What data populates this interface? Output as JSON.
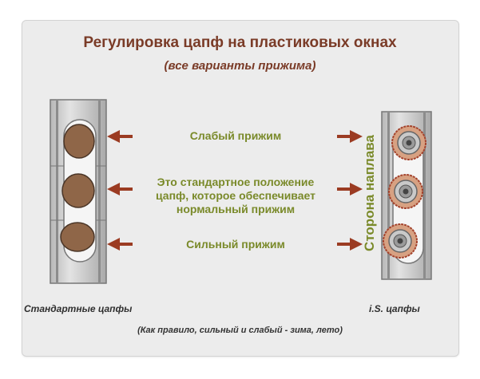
{
  "header": {
    "title": "Регулировка цапф на пластиковых окнах",
    "subtitle": "(все варианты прижима)"
  },
  "labels": {
    "weak": "Слабый прижим",
    "standard_line1": "Это стандартное положение",
    "standard_line2": "цапф, которое обеспечивает",
    "standard_line3": "нормальный прижим",
    "strong": "Сильный прижим"
  },
  "side_label": "Сторона наплава",
  "captions": {
    "left": "Стандартные цапфы",
    "right": "i.S. цапфы"
  },
  "footnote": "(Как правило, сильный и слабый - зима, лето)",
  "colors": {
    "title": "#7a3b27",
    "label": "#7a8a2a",
    "arrow": "#9b3b22",
    "pin": "#8f6648"
  }
}
